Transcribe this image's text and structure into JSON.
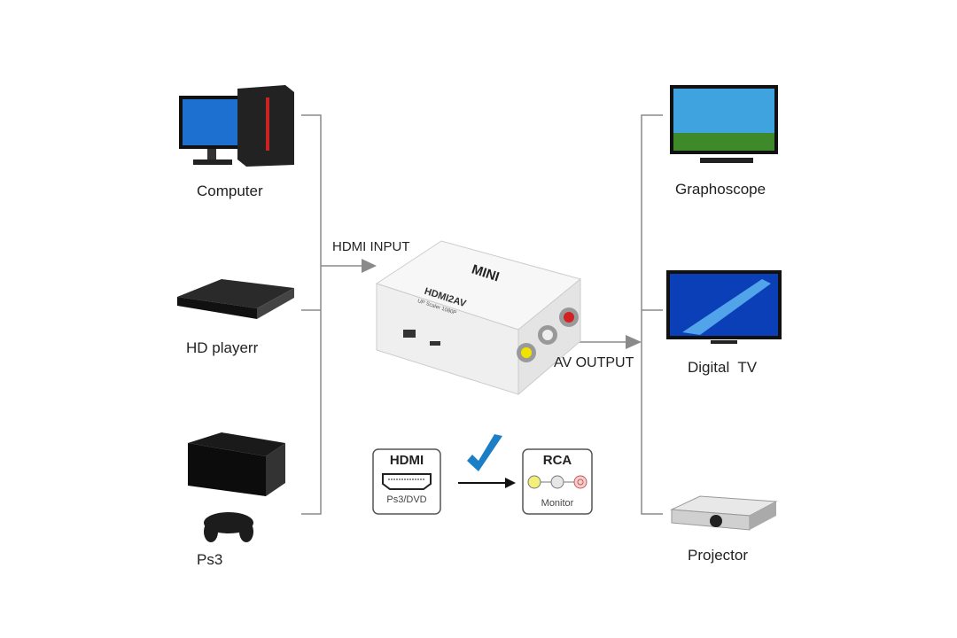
{
  "inputs": [
    {
      "label": "Computer",
      "icon": "computer-icon"
    },
    {
      "label": "HD playerr",
      "icon": "hd-player-icon"
    },
    {
      "label": "Ps3",
      "icon": "ps3-console-icon"
    }
  ],
  "outputs": [
    {
      "label": "Graphoscope",
      "icon": "tv-icon"
    },
    {
      "label": "Digital  TV",
      "icon": "digital-tv-icon"
    },
    {
      "label": "Projector",
      "icon": "projector-icon"
    }
  ],
  "converter": {
    "input_label": "HDMI INPUT",
    "output_label": "AV OUTPUT",
    "brand": "MINI",
    "model": "HDMI2AV",
    "subtitle": "UP Scaler 1080P"
  },
  "legend": {
    "source_title": "HDMI",
    "source_caption": "Ps3/DVD",
    "target_title": "RCA",
    "target_caption": "Monitor",
    "check_color": "#1a7fc4"
  },
  "colors": {
    "line": "#8a8a8a",
    "rca_yellow": "#f2e200",
    "rca_white": "#e6e6e6",
    "rca_red": "#d32020"
  }
}
